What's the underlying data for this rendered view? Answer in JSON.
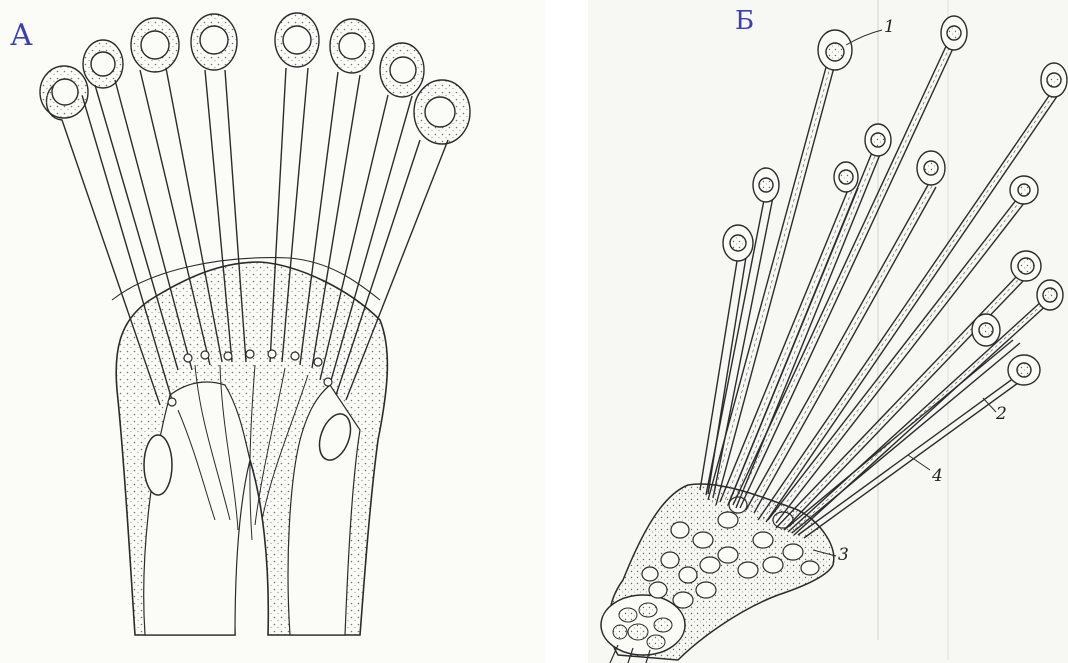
{
  "panels": [
    {
      "id": "A",
      "letter": "А",
      "letter_color": "#3b3fb3"
    },
    {
      "id": "B",
      "letter": "Б",
      "letter_color": "#3b3fb3",
      "labels": [
        "1",
        "2",
        "3",
        "4"
      ]
    }
  ],
  "colors": {
    "ink": "#2b2b2b",
    "stipple": "#8a8a86",
    "paper": "#fbfbf8"
  }
}
